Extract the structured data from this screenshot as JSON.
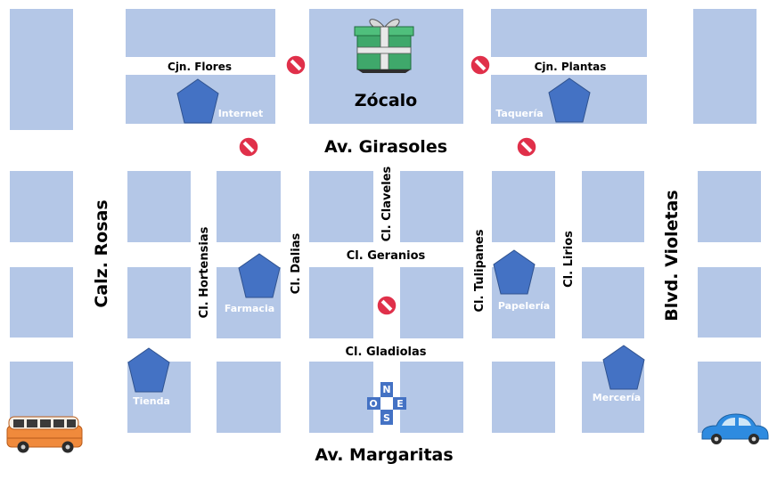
{
  "map": {
    "plaza": "Zócalo",
    "streets": {
      "av_girasoles": "Av. Girasoles",
      "av_margaritas": "Av. Margaritas",
      "calz_rosas": "Calz. Rosas",
      "blvd_violetas": "Blvd. Violetas",
      "cjn_flores": "Cjn. Flores",
      "cjn_plantas": "Cjn. Plantas",
      "cl_hortensias": "Cl. Hortensias",
      "cl_dalias": "Cl. Dalias",
      "cl_claveles": "Cl. Claveles",
      "cl_tulipanes": "Cl. Tulipanes",
      "cl_lirios": "Cl. Lirios",
      "cl_geranios": "Cl. Geranios",
      "cl_gladiolas": "Cl. Gladiolas"
    },
    "places": {
      "internet": "Internet",
      "taqueria": "Taquería",
      "farmacia": "Farmacia",
      "papeleria": "Papelería",
      "tienda": "Tienda",
      "merceria": "Mercería"
    },
    "compass": {
      "n": "N",
      "s": "S",
      "e": "E",
      "o": "O"
    },
    "icons": {
      "place_marker": "pentagon-icon",
      "no_entry": "no-entry-icon",
      "gift": "gift-icon",
      "van": "van-icon",
      "car": "car-icon"
    },
    "colors": {
      "block": "#b4c7e7",
      "marker": "#4472c4",
      "no_entry": "#e0304a",
      "gift": "#3fa86b",
      "van": "#f08a3c",
      "car": "#2e8be0"
    }
  }
}
